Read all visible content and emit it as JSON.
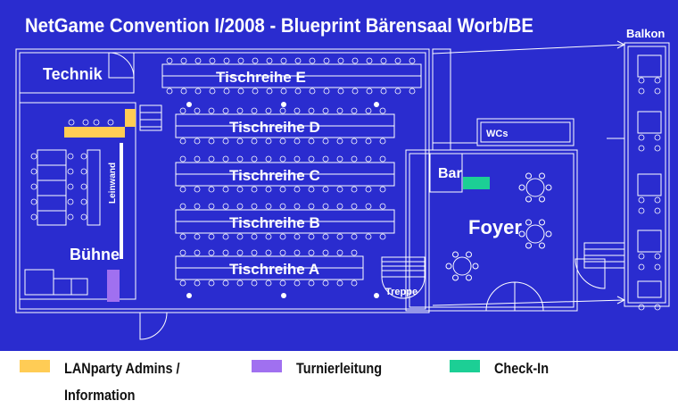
{
  "title": "NetGame Convention I/2008  -  Blueprint Bärensaal Worb/BE",
  "rooms": {
    "technik": "Technik",
    "buehne": "Bühne",
    "leinwand": "Leinwand",
    "balkon": "Balkon",
    "wcs": "WCs",
    "bar": "Bar",
    "foyer": "Foyer",
    "treppe": "Treppe"
  },
  "rows": [
    {
      "id": "e",
      "label": "Tischreihe E"
    },
    {
      "id": "d",
      "label": "Tischreihe D"
    },
    {
      "id": "c",
      "label": "Tischreihe C"
    },
    {
      "id": "b",
      "label": "Tischreihe B"
    },
    {
      "id": "a",
      "label": "Tischreihe A"
    }
  ],
  "legend": [
    {
      "label": "LANparty Admins /\nInformation",
      "color": "#ffcc55"
    },
    {
      "label": "Turnierleitung",
      "color": "#a070f0"
    },
    {
      "label": "Check-In",
      "color": "#1ccf95"
    }
  ],
  "colors": {
    "background": "#2a2ccf",
    "lines": "#ffffff",
    "admins": "#ffcc55",
    "turnier": "#a070f0",
    "checkin": "#1ccf95"
  }
}
